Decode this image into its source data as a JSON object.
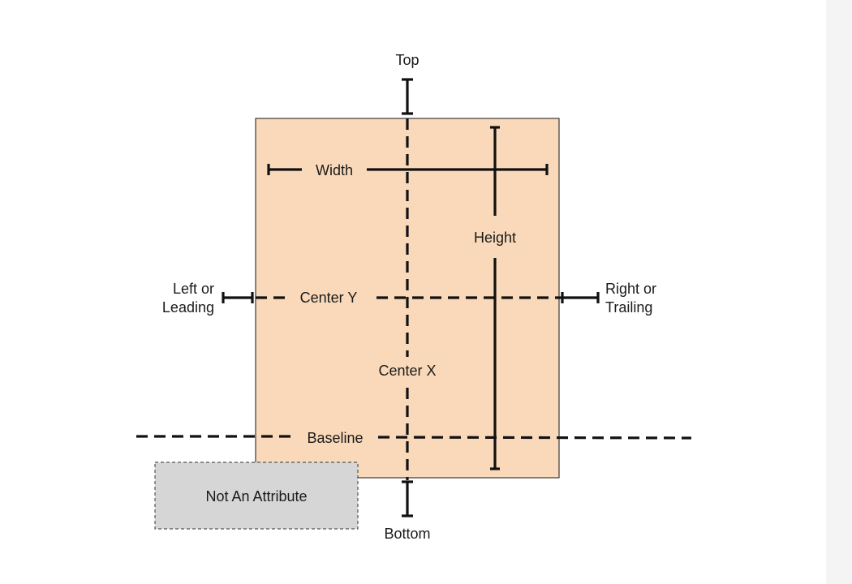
{
  "colors": {
    "view_fill": "#f9d9b9",
    "view_stroke": "#3a3a3a",
    "line": "#111111",
    "not_attribute_fill": "#d6d6d6",
    "not_attribute_stroke": "#555555",
    "scroll_gutter": "#f4f4f4"
  },
  "labels": {
    "top": "Top",
    "bottom": "Bottom",
    "left_line1": "Left or",
    "left_line2": "Leading",
    "right_line1": "Right or",
    "right_line2": "Trailing",
    "width": "Width",
    "height": "Height",
    "center_y": "Center Y",
    "center_x": "Center X",
    "baseline": "Baseline",
    "not_an_attribute": "Not An Attribute"
  }
}
